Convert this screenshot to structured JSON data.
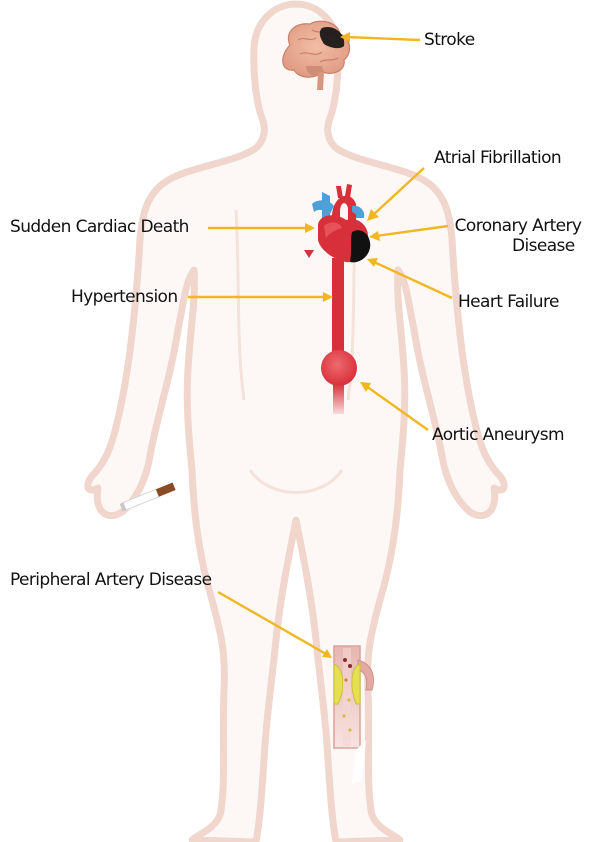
{
  "labels": {
    "stroke": "Stroke",
    "atrial_fibrillation": "Atrial Fibrillation",
    "sudden_cardiac_death": "Sudden Cardiac Death",
    "coronary_artery_disease_line1": "Coronary Artery",
    "coronary_artery_disease_line2": "Disease",
    "hypertension": "Hypertension",
    "heart_failure": "Heart Failure",
    "aortic_aneurysm": "Aortic Aneurysm",
    "peripheral_artery_disease": "Peripheral Artery Disease"
  },
  "colors": {
    "body_outline": "#f0d6cc",
    "body_fill": "#fdf8f6",
    "leader_line": "#f0b723",
    "artery_red": "#d8303a",
    "vein_blue": "#4f9fd8",
    "brain": "#e8a98f",
    "plaque_yellow": "#e6df52",
    "lesion_black": "#111111"
  },
  "icons": [
    "brain-icon",
    "heart-icon",
    "cigarette-icon",
    "artery-cross-section-icon"
  ]
}
